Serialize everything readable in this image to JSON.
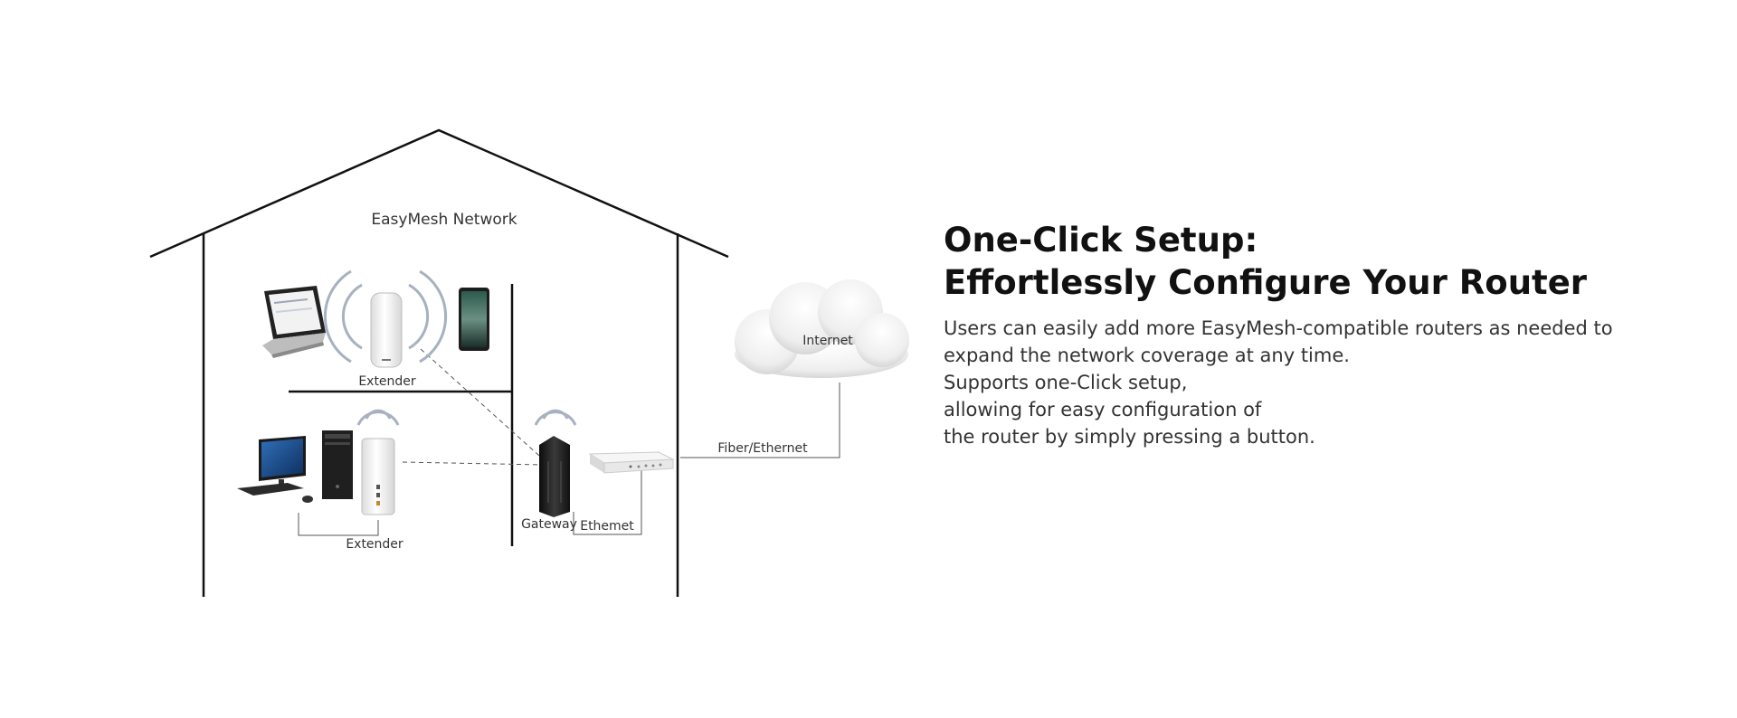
{
  "diagram": {
    "title": "EasyMesh  Network",
    "labels": {
      "extender_top": "Extender",
      "extender_bottom": "Extender",
      "gateway": "Gateway",
      "ethernet": "Ethemet",
      "fiber": "Fiber/Ethernet",
      "internet": "Internet"
    }
  },
  "headline": {
    "line1": "One-Click Setup:",
    "line2": "Effortlessly Configure Your Router"
  },
  "body": {
    "lines": [
      "Users can easily add more EasyMesh-compatible routers as needed to",
      "expand the network coverage at any time.",
      "Supports one-Click setup,",
      "allowing for easy configuration of",
      "the router by simply pressing a button."
    ]
  },
  "colors": {
    "text_dark": "#111111",
    "text_body": "#333333",
    "wifi": "#8e9aab"
  }
}
